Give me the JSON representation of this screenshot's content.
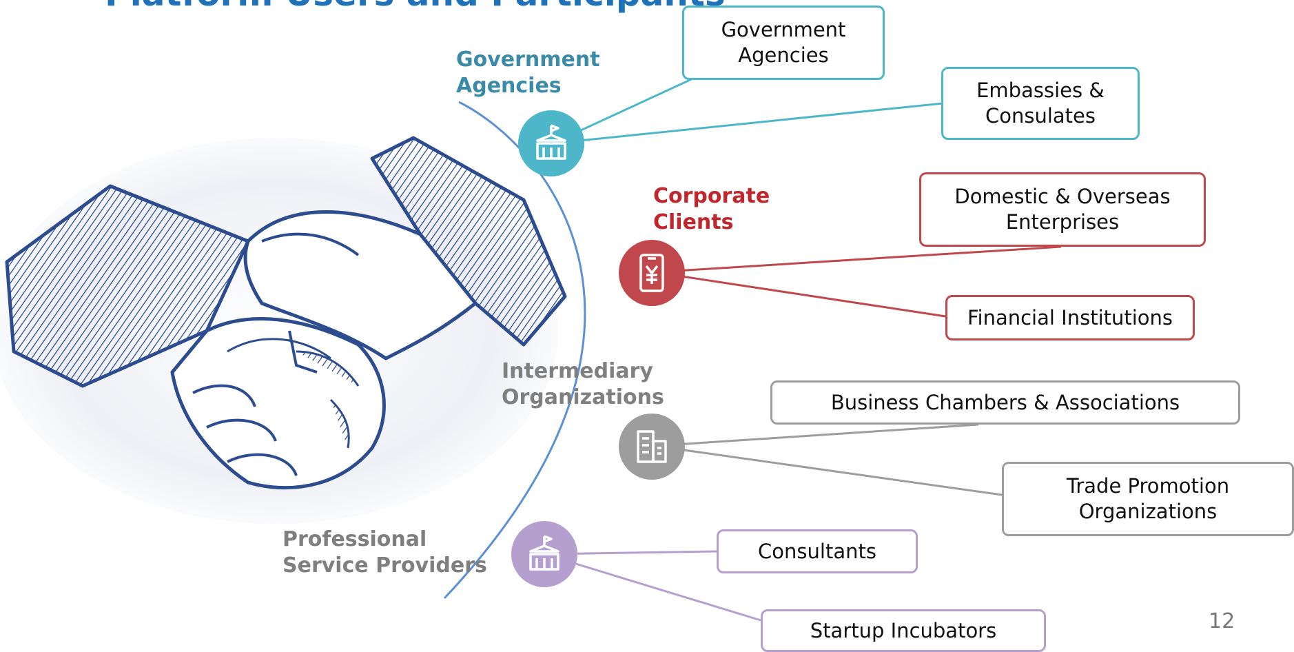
{
  "slide": {
    "title": "Platform Users and Participants",
    "page_number": "12"
  },
  "colors": {
    "title": "#1f72b8",
    "arc": "#5b8fd6",
    "government": "#4db6c9",
    "corporate": "#c0474b",
    "intermediary": "#9d9d9d",
    "professional": "#b49fcf",
    "handshake_ink": "#2d4b8f"
  },
  "categories": [
    {
      "id": "government",
      "label": "Government Agencies",
      "label_color": "#3a8aa8",
      "icon": "government-building-icon",
      "items": [
        "Government Agencies",
        "Embassies & Consulates"
      ]
    },
    {
      "id": "corporate",
      "label": "Corporate Clients",
      "label_color": "#c0272d",
      "icon": "yuan-phone-icon",
      "items": [
        "Domestic & Overseas Enterprises",
        "Financial Institutions"
      ]
    },
    {
      "id": "intermediary",
      "label": "Intermediary Organizations",
      "label_color": "#808080",
      "icon": "office-building-icon",
      "items": [
        "Business Chambers & Associations",
        "Trade Promotion Organizations"
      ]
    },
    {
      "id": "professional",
      "label": "Professional Service Providers",
      "label_color": "#7f7f7f",
      "icon": "government-building-icon",
      "items": [
        "Consultants",
        "Startup Incubators"
      ]
    }
  ],
  "illustration": {
    "icon": "handshake-illustration"
  }
}
